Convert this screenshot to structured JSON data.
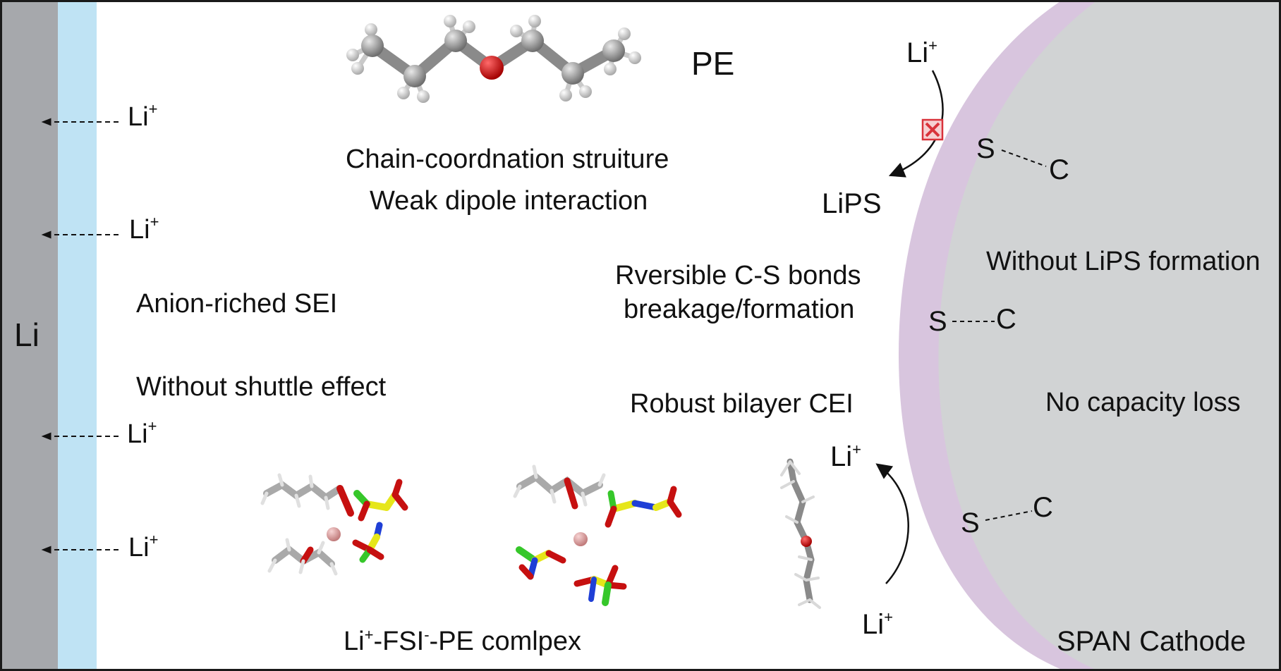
{
  "anode": {
    "label": "Li",
    "color": "#a6a8ac",
    "sei_color": "#bfe3f4"
  },
  "anode_li_arrows": [
    {
      "text": "Li",
      "sup": "+"
    },
    {
      "text": "Li",
      "sup": "+"
    },
    {
      "text": "Li",
      "sup": "+"
    },
    {
      "text": "Li",
      "sup": "+"
    }
  ],
  "texts": {
    "pe": "PE",
    "chain": "Chain-coordnation struiture",
    "dipole": "Weak dipole interaction",
    "anion_sei": "Anion-riched SEI",
    "shuttle": "Without shuttle effect",
    "reversible_1": "Rversible C-S bonds",
    "reversible_2": "breakage/formation",
    "cei": "Robust bilayer CEI",
    "lips": "LiPS",
    "without_lips": "Without LiPS formation",
    "no_capacity": "No capacity loss",
    "span": "SPAN Cathode"
  },
  "complex_label": {
    "li": "Li",
    "li_sup": "+",
    "fsi": "-FSI",
    "fsi_sup": "-",
    "rest": "-PE comlpex"
  },
  "li_top": {
    "text": "Li",
    "sup": "+"
  },
  "li_bottom_a": {
    "text": "Li",
    "sup": "+"
  },
  "li_bottom_b": {
    "text": "Li",
    "sup": "+"
  },
  "sc_bonds": [
    {
      "s": "S",
      "c": "C"
    },
    {
      "s": "S",
      "c": "C"
    },
    {
      "s": "S",
      "c": "C"
    }
  ],
  "colors": {
    "cei_layer": "#d8c5de",
    "cathode": "#d1d3d4",
    "blocked": "#d9323a",
    "oxygen": "#d10f0f",
    "carbon": "#9a9a9a",
    "hydrogen": "#e6e6e6",
    "sulfur": "#e6e61a",
    "fluorine": "#36c72a",
    "nitrogen": "#1f3fd6",
    "lithium": "#e8a4a4"
  }
}
